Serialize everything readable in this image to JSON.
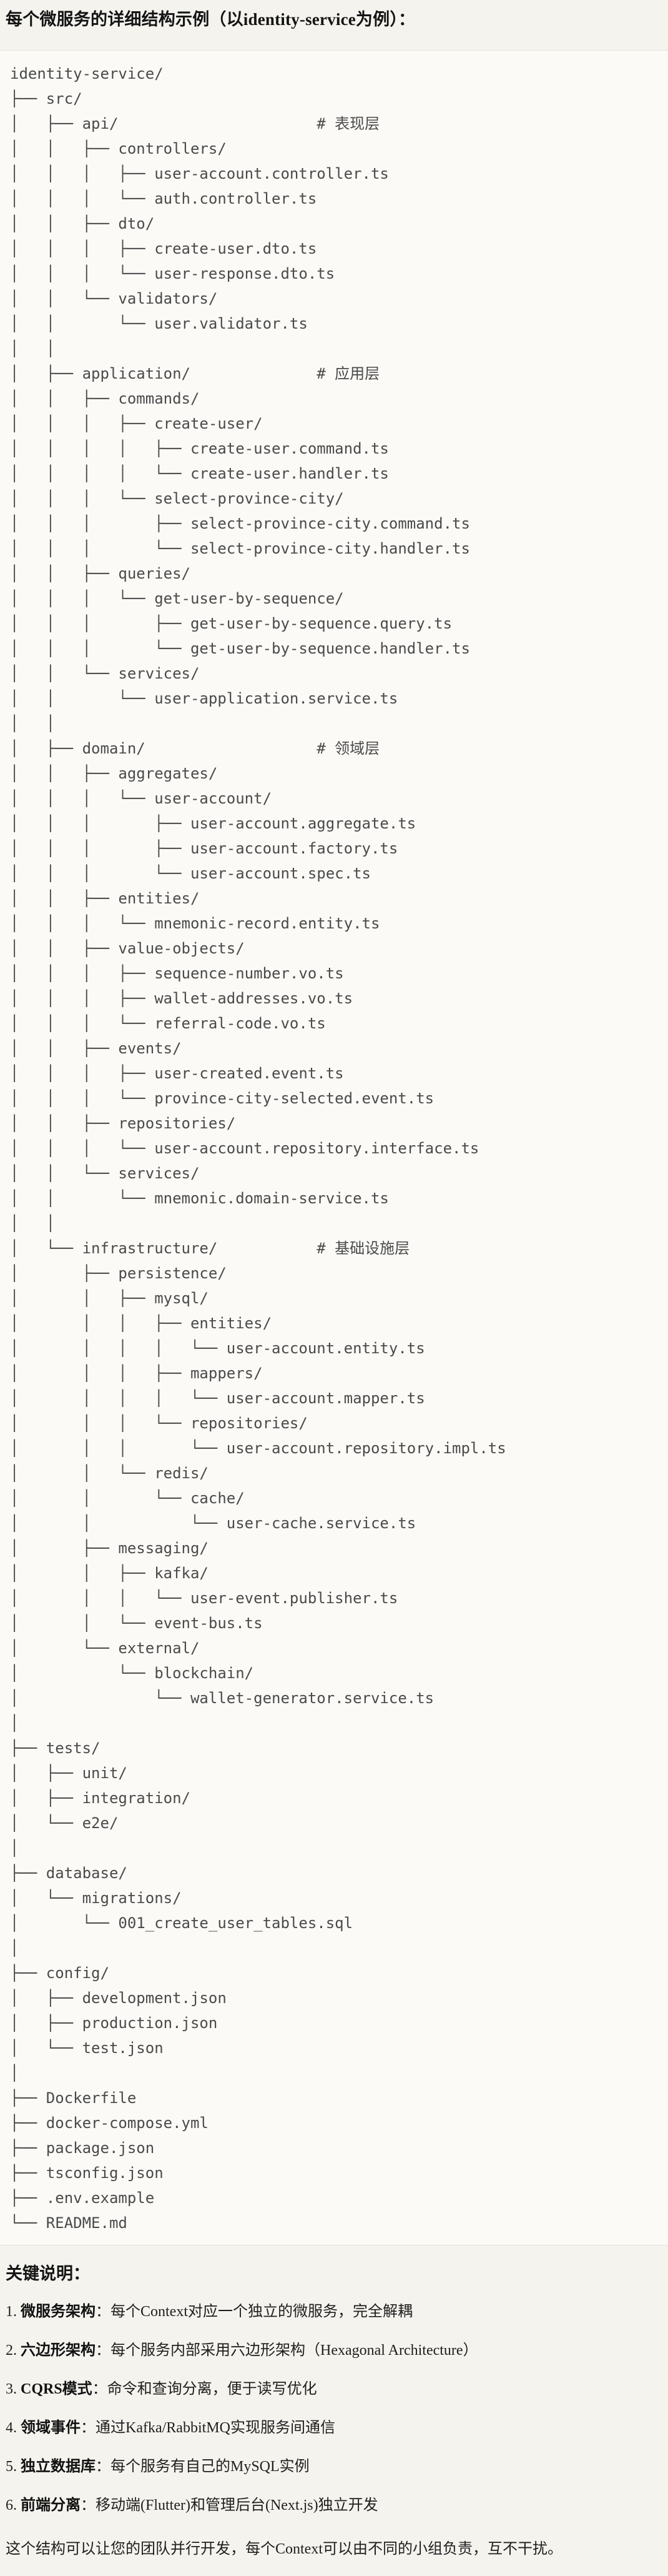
{
  "page": {
    "title": "每个微服务的详细结构示例（以identity-service为例）：",
    "colors": {
      "page_bg": "#f4f3ee",
      "code_bg": "#fbfaf7",
      "border": "#e6e3da",
      "code_text": "#4a4a4a",
      "heading_text": "#141414"
    }
  },
  "tree": {
    "lines": [
      "identity-service/",
      "├── src/",
      "│   ├── api/                      # 表现层",
      "│   │   ├── controllers/",
      "│   │   │   ├── user-account.controller.ts",
      "│   │   │   └── auth.controller.ts",
      "│   │   ├── dto/",
      "│   │   │   ├── create-user.dto.ts",
      "│   │   │   └── user-response.dto.ts",
      "│   │   └── validators/",
      "│   │       └── user.validator.ts",
      "│   │",
      "│   ├── application/              # 应用层",
      "│   │   ├── commands/",
      "│   │   │   ├── create-user/",
      "│   │   │   │   ├── create-user.command.ts",
      "│   │   │   │   └── create-user.handler.ts",
      "│   │   │   └── select-province-city/",
      "│   │   │       ├── select-province-city.command.ts",
      "│   │   │       └── select-province-city.handler.ts",
      "│   │   ├── queries/",
      "│   │   │   └── get-user-by-sequence/",
      "│   │   │       ├── get-user-by-sequence.query.ts",
      "│   │   │       └── get-user-by-sequence.handler.ts",
      "│   │   └── services/",
      "│   │       └── user-application.service.ts",
      "│   │",
      "│   ├── domain/                   # 领域层",
      "│   │   ├── aggregates/",
      "│   │   │   └── user-account/",
      "│   │   │       ├── user-account.aggregate.ts",
      "│   │   │       ├── user-account.factory.ts",
      "│   │   │       └── user-account.spec.ts",
      "│   │   ├── entities/",
      "│   │   │   └── mnemonic-record.entity.ts",
      "│   │   ├── value-objects/",
      "│   │   │   ├── sequence-number.vo.ts",
      "│   │   │   ├── wallet-addresses.vo.ts",
      "│   │   │   └── referral-code.vo.ts",
      "│   │   ├── events/",
      "│   │   │   ├── user-created.event.ts",
      "│   │   │   └── province-city-selected.event.ts",
      "│   │   ├── repositories/",
      "│   │   │   └── user-account.repository.interface.ts",
      "│   │   └── services/",
      "│   │       └── mnemonic.domain-service.ts",
      "│   │",
      "│   └── infrastructure/           # 基础设施层",
      "│       ├── persistence/",
      "│       │   ├── mysql/",
      "│       │   │   ├── entities/",
      "│       │   │   │   └── user-account.entity.ts",
      "│       │   │   ├── mappers/",
      "│       │   │   │   └── user-account.mapper.ts",
      "│       │   │   └── repositories/",
      "│       │   │       └── user-account.repository.impl.ts",
      "│       │   └── redis/",
      "│       │       └── cache/",
      "│       │           └── user-cache.service.ts",
      "│       ├── messaging/",
      "│       │   ├── kafka/",
      "│       │   │   └── user-event.publisher.ts",
      "│       │   └── event-bus.ts",
      "│       └── external/",
      "│           └── blockchain/",
      "│               └── wallet-generator.service.ts",
      "│",
      "├── tests/",
      "│   ├── unit/",
      "│   ├── integration/",
      "│   └── e2e/",
      "│",
      "├── database/",
      "│   └── migrations/",
      "│       └── 001_create_user_tables.sql",
      "│",
      "├── config/",
      "│   ├── development.json",
      "│   ├── production.json",
      "│   └── test.json",
      "│",
      "├── Dockerfile",
      "├── docker-compose.yml",
      "├── package.json",
      "├── tsconfig.json",
      "├── .env.example",
      "└── README.md"
    ]
  },
  "notes": {
    "heading": "关键说明：",
    "items": [
      {
        "num": "1. ",
        "label": "微服务架构",
        "text": "：每个Context对应一个独立的微服务，完全解耦"
      },
      {
        "num": "2. ",
        "label": "六边形架构",
        "text": "：每个服务内部采用六边形架构（Hexagonal Architecture）"
      },
      {
        "num": "3. ",
        "label": "CQRS模式",
        "text": "：命令和查询分离，便于读写优化"
      },
      {
        "num": "4. ",
        "label": "领域事件",
        "text": "：通过Kafka/RabbitMQ实现服务间通信"
      },
      {
        "num": "5. ",
        "label": "独立数据库",
        "text": "：每个服务有自己的MySQL实例"
      },
      {
        "num": "6. ",
        "label": "前端分离",
        "text": "：移动端(Flutter)和管理后台(Next.js)独立开发"
      }
    ],
    "footer": "这个结构可以让您的团队并行开发，每个Context可以由不同的小组负责，互不干扰。"
  }
}
